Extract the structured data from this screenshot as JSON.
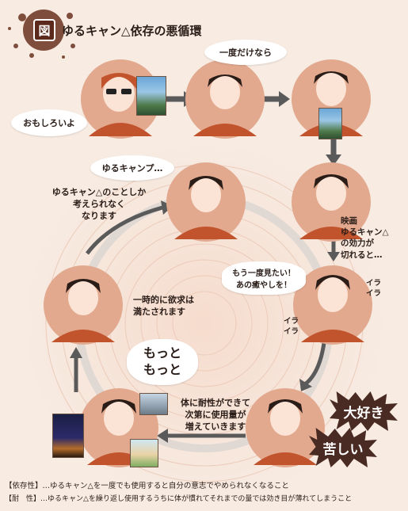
{
  "header": {
    "badge": "図",
    "title": "ゆるキャン△依存の悪循環"
  },
  "bubbles": {
    "omoshiroi": "おもしろいよ",
    "ichido": "一度だけなら",
    "yurucamp_call": "ゆるキャンプ…",
    "mou_ichido": "もう一度見たい！\nあの癒やしを！",
    "motto": "もっと\nもっと"
  },
  "captions": {
    "think": "ゆるキャン△のことしか\n考えられなく\nなります",
    "movie": "映画\nゆるキャン△\nの効力が\n切れると…",
    "satisfied": "一時的に欲求は\n満たされます",
    "tolerance": "体に耐性ができて\n次第に使用量が\n増えていきます",
    "ira1": "イラ\nイラ",
    "ira2": "イラ\nイラ"
  },
  "bursts": {
    "daisuki": "大好き",
    "kurushii": "苦しい"
  },
  "footer": {
    "line1_label": "【依存性】",
    "line1_text": "…ゆるキャン△を一度でも使用すると自分の意志でやめられなくなること",
    "line2_label": "【耐　性】",
    "line2_text": "…ゆるキャン△を繰り返し使用するうちに体が慣れてそれまでの量では効き目が薄れてしまうこと"
  },
  "colors": {
    "background": "#f7ebe2",
    "node_circle": "#e2a98f",
    "arrow": "#5a5a5a",
    "ring": "#efd6c8",
    "burst": "#4a2b23",
    "shirt": "#c2542d"
  }
}
